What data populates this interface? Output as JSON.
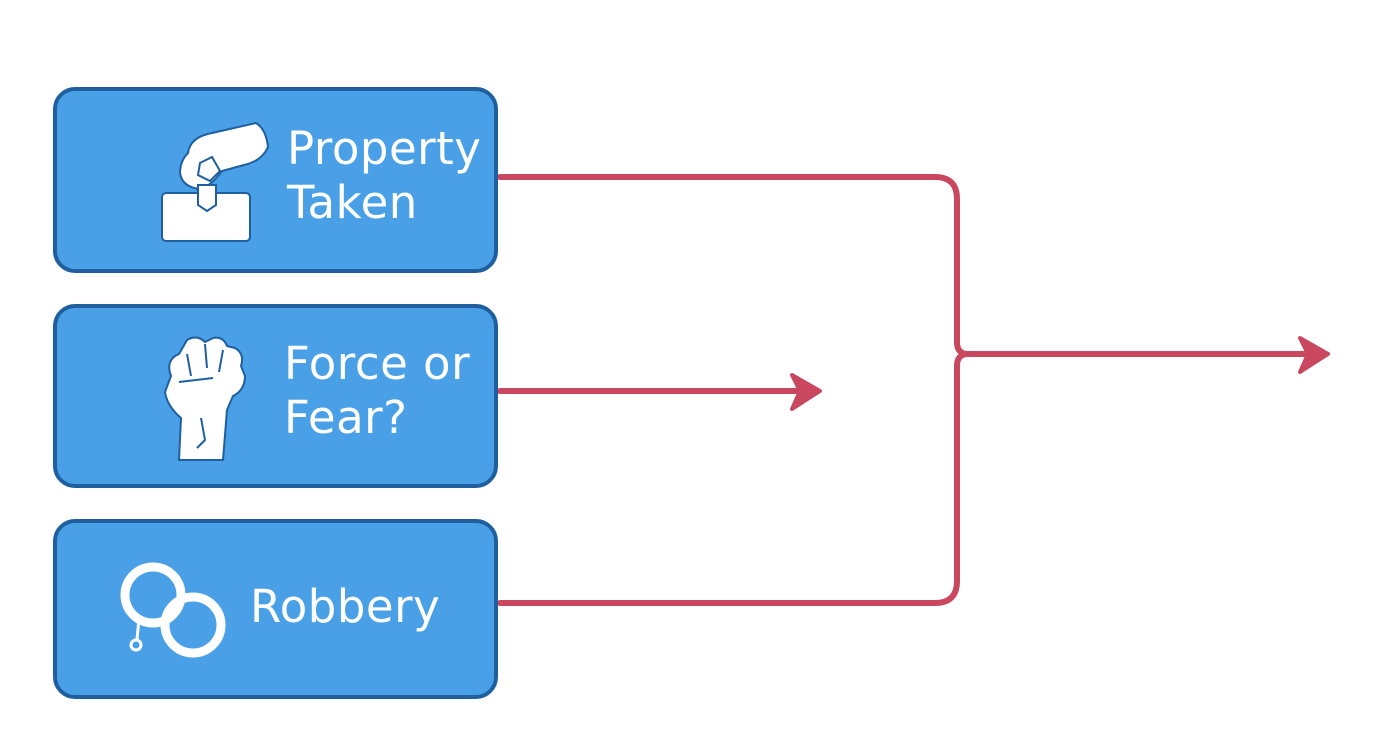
{
  "boxes": [
    {
      "id": "property",
      "label_line1": "Property",
      "label_line2": "Taken",
      "icon": "hand-dropping-into-box-icon"
    },
    {
      "id": "force",
      "label_line1": "Force or",
      "label_line2": "Fear?",
      "icon": "raised-fist-icon"
    },
    {
      "id": "robbery",
      "label_line1": "Robbery",
      "icon": "handcuffs-icon"
    }
  ],
  "colors": {
    "box_fill": "#4aa0e6",
    "box_border": "#1f5fa0",
    "connector": "#c9475f",
    "text": "#ffffff"
  }
}
